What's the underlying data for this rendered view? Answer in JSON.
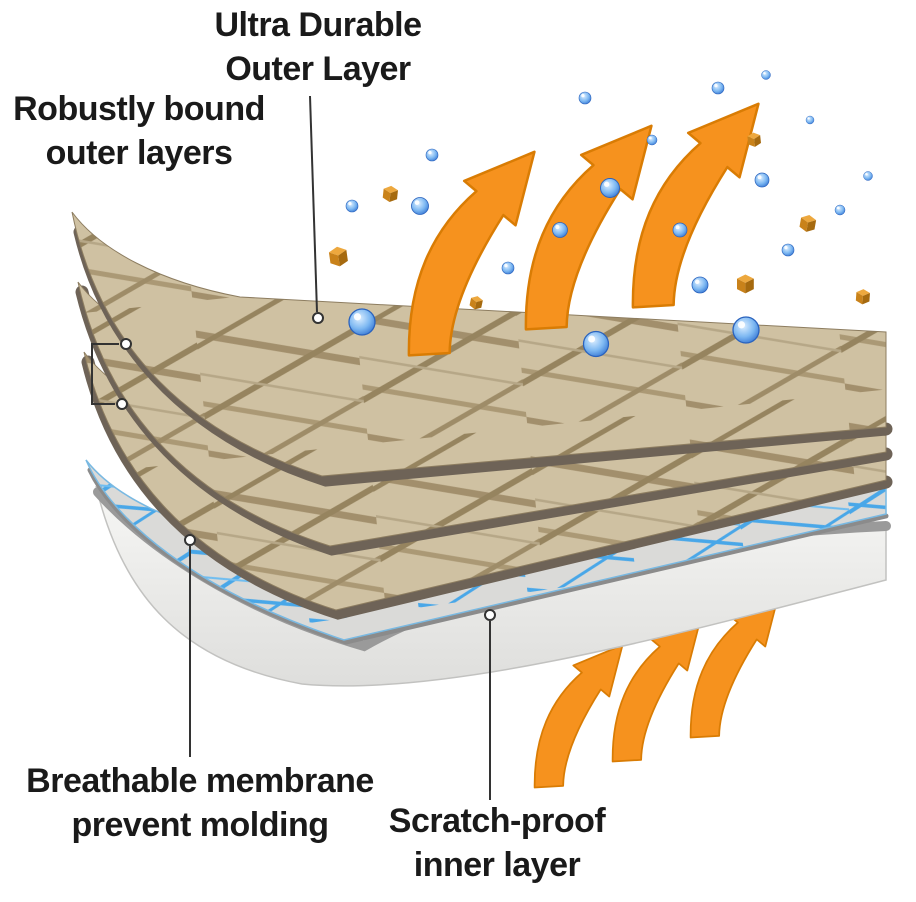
{
  "labels": {
    "outer_layer": {
      "line1": "Ultra Durable",
      "line2": "Outer Layer"
    },
    "bound_layers": {
      "line1": "Robustly bound",
      "line2": "outer layers"
    },
    "membrane": {
      "line1": "Breathable membrane",
      "line2": "prevent molding"
    },
    "inner_layer": {
      "line1": "Scratch-proof",
      "line2": "inner layer"
    }
  },
  "colors": {
    "background": "#ffffff",
    "label_text": "#1a1a1a",
    "arrow_orange": "#f6921e",
    "arrow_outline": "#d97c04",
    "fabric_tan": "#cfc1a2",
    "fabric_strand": "#9c8a66",
    "fabric_edge": "#6e6357",
    "membrane_base": "#dadad8",
    "membrane_blue": "#49a7e8",
    "inner_face": "#efefed",
    "inner_edge": "#9a9a9a",
    "droplet_blue": "#2e6fd0",
    "cube_orange": "#c9821a",
    "pointer_line": "#333333"
  }
}
